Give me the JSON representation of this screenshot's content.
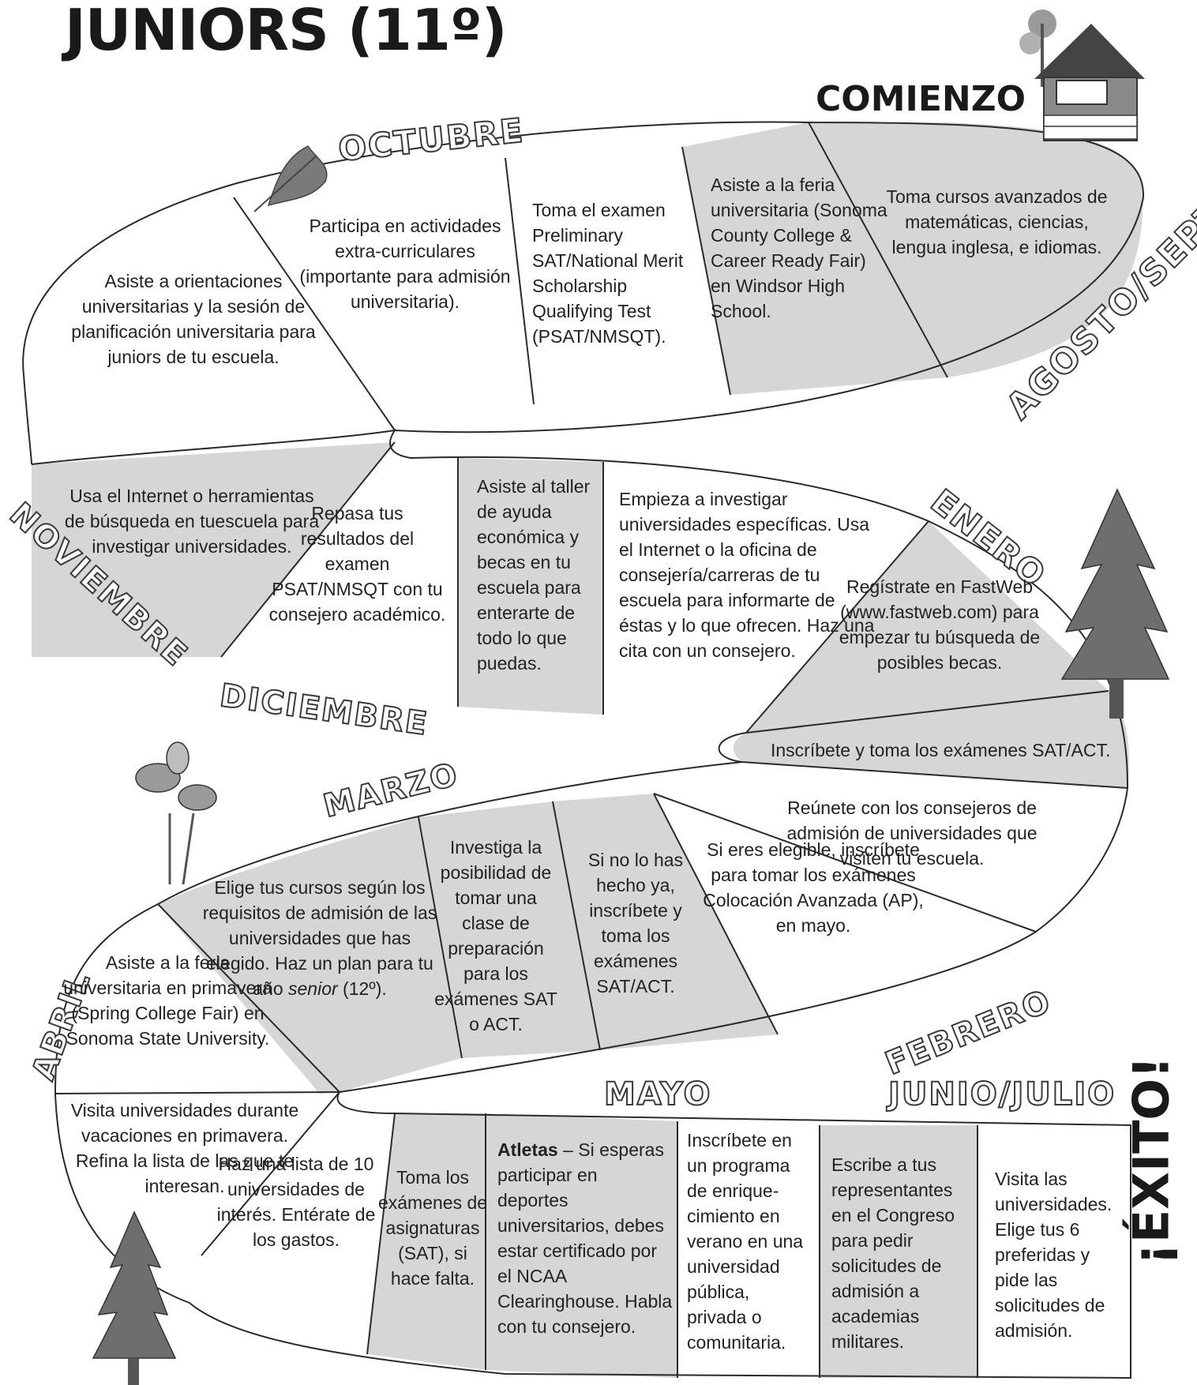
{
  "title": "JUNIORS (11º)",
  "start_label": "COMIENZO",
  "success_label": "¡ÉXITO!",
  "months": {
    "agosto_sept": "AGOSTO/SEPT",
    "octubre": "OCTUBRE",
    "noviembre": "NOVIEMBRE",
    "diciembre": "DICIEMBRE",
    "enero": "ENERO",
    "marzo": "MARZO",
    "febrero": "FEBRERO",
    "abril": "ABRIL",
    "mayo": "MAYO",
    "junio_julio": "JUNIO/JULIO"
  },
  "row1": {
    "advanced_courses": "Toma cursos avanzados de matemáticas, ciencias, lengua inglesa, e idiomas.",
    "college_fair": "Asiste a la feria universitaria (Sonoma County College & Career Ready Fair) en Windsor High School.",
    "psat": "Toma el examen Preliminary SAT/National Merit Scholarship Qualifying Test (PSAT/NMSQT).",
    "extracurricular": "Participa en actividades extra-curriculares (importante para admisión universitaria).",
    "orientations": "Asiste a orientaciones universitarias y la sesión de planificación universitaria para juniors de tu escuela."
  },
  "row2": {
    "internet_search": "Usa el Internet o herramientas de búsqueda en tuescuela para investigar universidades.",
    "review_psat": "Repasa tus resultados del examen PSAT/NMSQT con tu consejero académico.",
    "financial_aid": "Asiste al taller de ayuda económica y becas en tu escuela para enterarte de todo lo que puedas.",
    "research_colleges": "Empieza a investigar universidades específicas. Usa el Internet o la oficina de consejería/carreras de tu escuela para informarte de éstas y lo que ofrecen. Haz una cita con un consejero.",
    "fastweb": "Regístrate en FastWeb (www.fastweb.com) para empezar tu búsqueda de posibles becas.",
    "sat_act": "Inscríbete y toma los exámenes SAT/ACT."
  },
  "row3": {
    "admission_counselors": "Reúnete con los consejeros de admisión de universidades que visiten tu escuela.",
    "ap_exams": "Si eres elegible, inscríbete para tomar los exámenes Colocación Avanzada (AP), en mayo.",
    "sat_act_again": "Si no lo has hecho ya, inscríbete y toma los exámenes SAT/ACT.",
    "prep_class": "Investiga la posibilidad de tomar una clase de preparación para los exámenes SAT o ACT.",
    "choose_courses_before": "Elige tus cursos según los requisitos de admisión de las universidades que has elegido. Haz un plan para tu año",
    "choose_courses_italic": "senior",
    "choose_courses_after": "(12º).",
    "spring_fair": "Asiste a la feria universitaria en primavera (Spring College Fair) en Sonoma State University."
  },
  "row4": {
    "spring_visits": "Visita universidades durante vacaciones en primavera. Refina la lista de las que te interesan.",
    "list_of_ten": "Haz una lista de 10 universidades de interés. Entérate de los gastos.",
    "subject_tests": "Toma los exámenes de asignaturas (SAT), si hace falta.",
    "athletes_label": "Atletas",
    "athletes_dash": "–",
    "athletes_text": "Si esperas participar en deportes universitarios, debes estar certificado por el NCAA Clearinghouse. Habla con tu consejero.",
    "summer_program": "Inscríbete en un programa de enrique-cimiento en verano en una universidad pública, privada o comunitaria.",
    "congress": "Escribe a tus representantes en el Congreso para pedir solicitudes de admisión a academias militares.",
    "visit_pick_six": "Visita las universidades. Elige tus 6 preferidas y pide las solicitudes de admisión."
  },
  "colors": {
    "shaded": "#d6d6d6",
    "white": "#ffffff",
    "line": "#2a2a2a",
    "illustration": "#6e6e6e"
  }
}
